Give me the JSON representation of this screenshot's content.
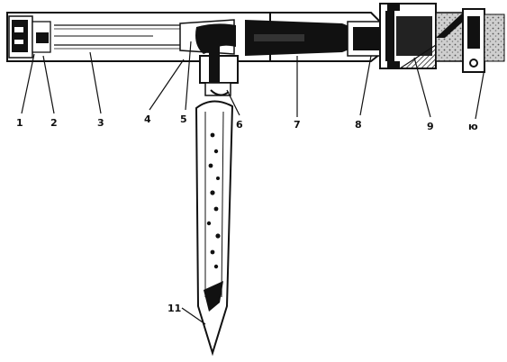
{
  "figure": {
    "labels": [
      {
        "id": "1",
        "text": "1"
      },
      {
        "id": "2",
        "text": "2"
      },
      {
        "id": "3",
        "text": "3"
      },
      {
        "id": "4",
        "text": "4"
      },
      {
        "id": "5",
        "text": "5"
      },
      {
        "id": "6",
        "text": "6"
      },
      {
        "id": "7",
        "text": "7"
      },
      {
        "id": "8",
        "text": "8"
      },
      {
        "id": "9",
        "text": "9"
      },
      {
        "id": "10",
        "text": "ю"
      },
      {
        "id": "11",
        "text": "11"
      }
    ]
  }
}
